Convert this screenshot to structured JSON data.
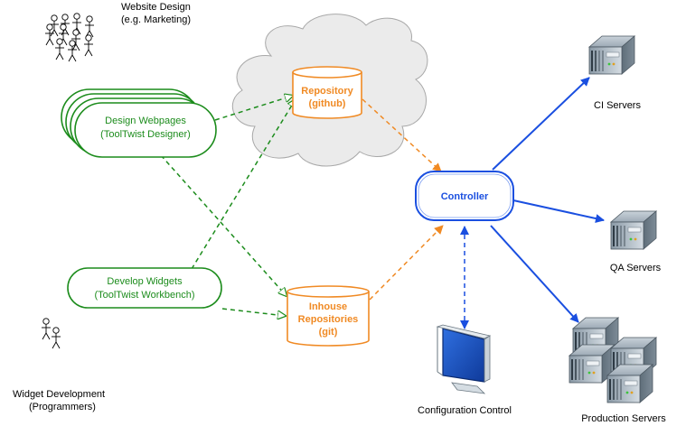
{
  "actors": {
    "website_design": {
      "line1": "Website Design",
      "line2": "(e.g. Marketing)"
    },
    "widget_development": {
      "line1": "Widget Development",
      "line2": "(Programmers)"
    }
  },
  "nodes": {
    "design_webpages": {
      "line1": "Design Webpages",
      "line2": "(ToolTwist Designer)"
    },
    "develop_widgets": {
      "line1": "Develop Widgets",
      "line2": "(ToolTwist Workbench)"
    },
    "repository": {
      "line1": "Repository",
      "line2": "(github)"
    },
    "inhouse": {
      "line1": "Inhouse",
      "line2": "Repositories",
      "line3": "(git)"
    },
    "controller": {
      "label": "Controller"
    },
    "ci_servers": {
      "label": "CI Servers"
    },
    "qa_servers": {
      "label": "QA Servers"
    },
    "production_servers": {
      "label": "Production Servers"
    },
    "configuration_control": {
      "label": "Configuration Control"
    }
  },
  "colors": {
    "green": "#1c8c1c",
    "orange": "#f08a24",
    "blue": "#1a4fe0",
    "cloud_fill": "#ebebeb",
    "cloud_stroke": "#a8a8a8"
  },
  "icons": {
    "people": "stick-figure-group-icon",
    "server": "server-rack-icon",
    "monitor": "computer-monitor-icon",
    "cloud": "cloud-shape"
  }
}
